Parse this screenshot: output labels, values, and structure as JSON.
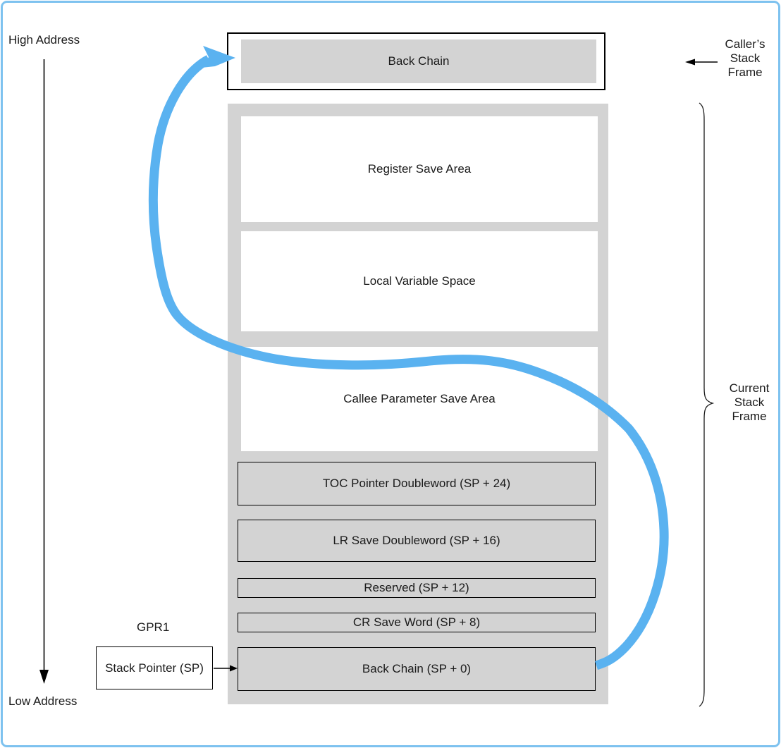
{
  "labels": {
    "high_address": "High Address",
    "low_address": "Low Address",
    "gpr1": "GPR1",
    "callers_frame": [
      "Caller’s",
      "Stack",
      "Frame"
    ],
    "current_frame": [
      "Current",
      "Stack",
      "Frame"
    ]
  },
  "caller_box": {
    "label": "Back Chain"
  },
  "stack_pointer_box": {
    "label": "Stack Pointer (SP)"
  },
  "frame_slots": [
    {
      "label": "Register Save Area",
      "type": "area"
    },
    {
      "label": "Local Variable Space",
      "type": "area"
    },
    {
      "label": "Callee Parameter Save Area",
      "type": "area"
    },
    {
      "label": "TOC Pointer Doubleword (SP + 24)",
      "type": "slot"
    },
    {
      "label": "LR Save Doubleword (SP + 16)",
      "type": "slot"
    },
    {
      "label": "Reserved (SP + 12)",
      "type": "slot"
    },
    {
      "label": "CR Save Word (SP + 8)",
      "type": "slot"
    },
    {
      "label": "Back Chain (SP + 0)",
      "type": "slot"
    }
  ],
  "colors": {
    "frame_gray": "#d3d3d3",
    "pointer_blue": "#5ab2f0",
    "page_border_blue": "#7ec2ef",
    "line_black": "#000000"
  }
}
